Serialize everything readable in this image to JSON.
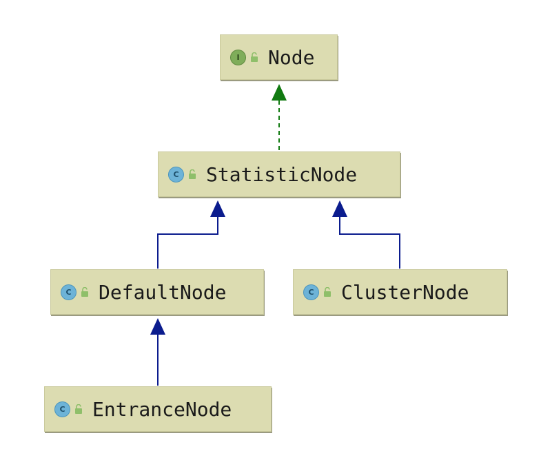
{
  "nodes": [
    {
      "id": "node",
      "kind": "I",
      "label": "Node"
    },
    {
      "id": "statistic",
      "kind": "C",
      "label": "StatisticNode"
    },
    {
      "id": "default",
      "kind": "C",
      "label": "DefaultNode"
    },
    {
      "id": "cluster",
      "kind": "C",
      "label": "ClusterNode"
    },
    {
      "id": "entrance",
      "kind": "C",
      "label": "EntranceNode"
    }
  ],
  "edges": [
    {
      "from": "StatisticNode",
      "to": "Node",
      "relation": "implements",
      "style": "dashed",
      "color": "#117a11"
    },
    {
      "from": "DefaultNode",
      "to": "StatisticNode",
      "relation": "extends",
      "style": "solid",
      "color": "#0b1c8e"
    },
    {
      "from": "ClusterNode",
      "to": "StatisticNode",
      "relation": "extends",
      "style": "solid",
      "color": "#0b1c8e"
    },
    {
      "from": "EntranceNode",
      "to": "DefaultNode",
      "relation": "extends",
      "style": "solid",
      "color": "#0b1c8e"
    }
  ],
  "colors": {
    "node_fill": "#dcdcb1",
    "interface_badge": "#7fad5a",
    "class_badge": "#6db3d7",
    "lock": "#8fbf6a"
  }
}
